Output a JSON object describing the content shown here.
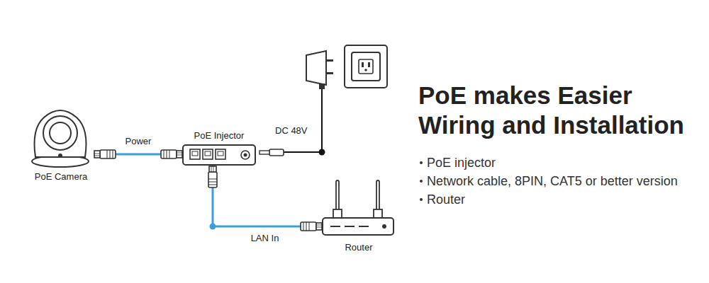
{
  "diagram": {
    "title": "PoE makes Easier Wiring and Installation",
    "nodes": [
      {
        "text": [
          "PoE Camera"
        ]
      },
      {
        "text": [
          "PoE Injector"
        ]
      },
      {
        "text": [
          "Router"
        ]
      }
    ],
    "edges": [
      {
        "from": 0,
        "to": 1,
        "label": "Power",
        "arrow": "none"
      },
      {
        "from": 1,
        "to": 2,
        "label": "LAN In",
        "arrow": "none"
      }
    ],
    "labels": [
      "DC 48V",
      "PoE injector",
      "Network cable, 8PIN, CAT5 or better version",
      "Router"
    ]
  }
}
